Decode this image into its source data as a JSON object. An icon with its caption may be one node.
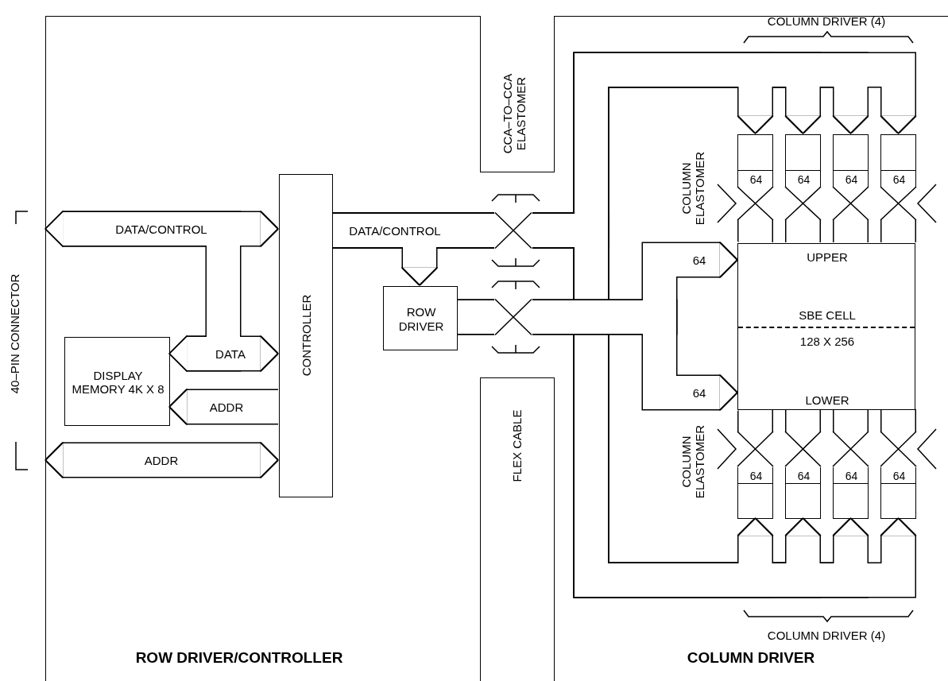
{
  "diagram": {
    "nodes": [
      {
        "text": [
          "ROW DRIVER/CONTROLLER"
        ]
      },
      {
        "text": [
          "COLUMN DRIVER"
        ]
      },
      {
        "text": [
          "CCA–TO–CCA ELASTOMER"
        ]
      },
      {
        "text": [
          "FLEX CABLE"
        ]
      },
      {
        "text": [
          "CONTROLLER"
        ],
        "in": 0
      },
      {
        "text": [
          "DISPLAY MEMORY 4K X 8"
        ],
        "in": 0
      },
      {
        "text": [
          "ROW DRIVER"
        ],
        "in": 0
      },
      {
        "text": [
          "UPPER",
          "SBE CELL",
          "128 X 256",
          "LOWER"
        ],
        "in": 1
      },
      {
        "text": [
          "64"
        ],
        "in": 1
      },
      {
        "text": [
          "64"
        ],
        "in": 1
      },
      {
        "text": [
          "64"
        ],
        "in": 1
      },
      {
        "text": [
          "64"
        ],
        "in": 1
      },
      {
        "text": [
          "64"
        ],
        "in": 1
      },
      {
        "text": [
          "64"
        ],
        "in": 1
      },
      {
        "text": [
          "64"
        ],
        "in": 1
      },
      {
        "text": [
          "64"
        ],
        "in": 1
      }
    ],
    "edges": [
      {
        "from": 0,
        "to": 4,
        "arrow": "both",
        "label": "DATA/CONTROL"
      },
      {
        "from": 0,
        "to": 5,
        "arrow": "both"
      },
      {
        "from": 5,
        "to": 4,
        "arrow": "both",
        "label": "DATA"
      },
      {
        "from": 4,
        "to": 5,
        "arrow": "to",
        "label": "ADDR"
      },
      {
        "from": 0,
        "to": 4,
        "arrow": "both",
        "label": "ADDR"
      },
      {
        "from": 4,
        "to": 6,
        "arrow": "to",
        "label": "DATA/CONTROL"
      },
      {
        "from": 4,
        "to": 8,
        "arrow": "to"
      },
      {
        "from": 4,
        "to": 9,
        "arrow": "to"
      },
      {
        "from": 4,
        "to": 10,
        "arrow": "to"
      },
      {
        "from": 4,
        "to": 11,
        "arrow": "to"
      },
      {
        "from": 4,
        "to": 12,
        "arrow": "to"
      },
      {
        "from": 4,
        "to": 13,
        "arrow": "to"
      },
      {
        "from": 4,
        "to": 14,
        "arrow": "to"
      },
      {
        "from": 4,
        "to": 15,
        "arrow": "to"
      },
      {
        "from": 6,
        "to": 7,
        "arrow": "to",
        "label": "64"
      },
      {
        "from": 6,
        "to": 7,
        "arrow": "to",
        "label": "64"
      },
      {
        "from": 8,
        "to": 7,
        "arrow": "none"
      },
      {
        "from": 9,
        "to": 7,
        "arrow": "none"
      },
      {
        "from": 10,
        "to": 7,
        "arrow": "none"
      },
      {
        "from": 11,
        "to": 7,
        "arrow": "none"
      },
      {
        "from": 7,
        "to": 12,
        "arrow": "none"
      },
      {
        "from": 7,
        "to": 13,
        "arrow": "none"
      },
      {
        "from": 7,
        "to": 14,
        "arrow": "none"
      },
      {
        "from": 7,
        "to": 15,
        "arrow": "none"
      }
    ],
    "labels": [
      "COLUMN DRIVER (4)",
      "COLUMN ELASTOMER",
      "40–PIN CONNECTOR",
      "COLUMN ELASTOMER",
      "COLUMN DRIVER (4)"
    ]
  }
}
